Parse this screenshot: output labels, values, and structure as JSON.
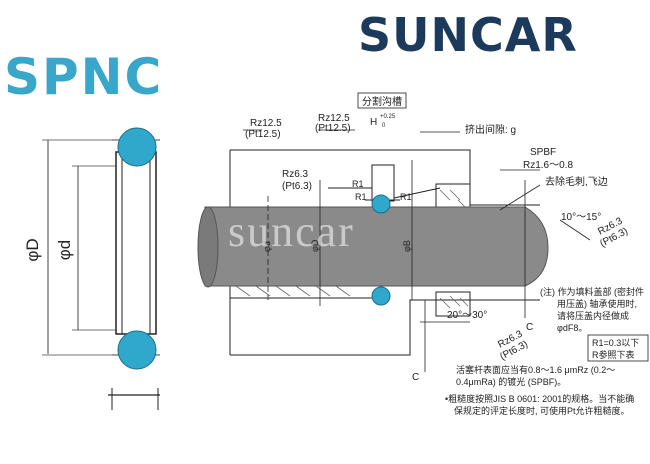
{
  "brand": {
    "name": "SUNCAR",
    "accent": "#3aa6c9",
    "dark": "#1c3a5c"
  },
  "model": "SPNC",
  "watermark": "suncar",
  "left_diagram": {
    "dim_outer": "φD",
    "dim_inner": "φd"
  },
  "right_diagram": {
    "title_box": "分割沟槽",
    "rz_top_1": "Rz12.5",
    "pt_top_1": "(Pt12.5)",
    "rz_top_2": "Rz12.5",
    "pt_top_2": "(Pt12.5)",
    "h_tol": "H",
    "h_tol_sup": "+0.25",
    "h_tol_sub": "0",
    "extrusion_gap": "挤出间隙: g",
    "rz_mid": "Rz6.3",
    "pt_mid": "(Pt6.3)",
    "r1a": "R1",
    "r1b": "R1",
    "r1c": "R1",
    "spbf": "SPBF",
    "rz_spbf": "Rz1.6～0.8",
    "deburr": "去除毛刺,飞边",
    "angle_1": "10°～15°",
    "rz_right_1": "Rz6.3",
    "pt_right_1": "(Pt6.3)",
    "dim_d": "φd",
    "dim_D": "φD",
    "dim_B": "φB",
    "angle_2": "20°～30°",
    "dim_C1": "C",
    "dim_C2": "C",
    "rz_bottom": "Rz6.3",
    "pt_bottom": "(Pt6.3)",
    "note_a": "(注) 作为填料盖部 (密封件",
    "note_b": "用压盖) 轴承使用时,",
    "note_c": "请将压盖内径做成",
    "note_d": "φdF8。",
    "r_note_1": "R1=0.3以下",
    "r_note_2": "R参照下表",
    "bottom_1": "活塞杆表面应当有0.8～1.6 μmRz (0.2～",
    "bottom_2": "0.4μmRa) 的镀光 (SPBF)。",
    "bottom_3": "•粗糙度按照JIS B 0601: 2001的规格。当不能确",
    "bottom_4": "保规定的评定长度时, 可使用Pt允许粗糙度。"
  }
}
